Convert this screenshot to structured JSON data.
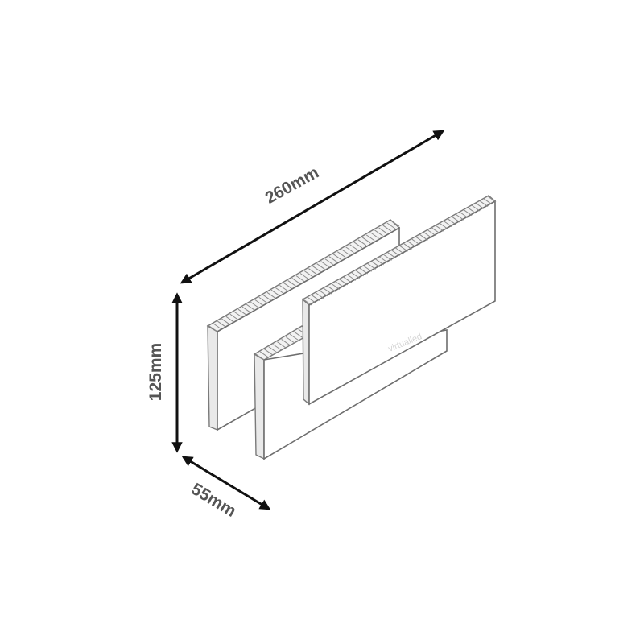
{
  "dimensions": {
    "length": "260mm",
    "height": "125mm",
    "depth": "55mm"
  },
  "watermark": "virtualled",
  "colors": {
    "dimension_line": "#111111",
    "dimension_text": "#555555",
    "panel_outline": "#6e6e6e",
    "panel_shade": "#e9e9e9"
  }
}
